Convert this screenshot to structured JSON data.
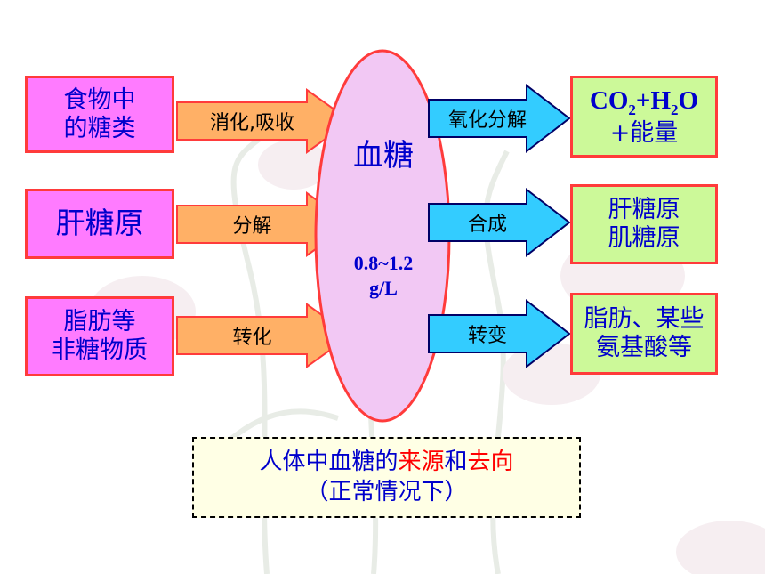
{
  "sources": [
    {
      "lines": [
        "食物中",
        "的糖类"
      ]
    },
    {
      "lines": [
        "肝糖原"
      ]
    },
    {
      "lines": [
        "脂肪等",
        "非糖物质"
      ]
    }
  ],
  "input_arrows": [
    "消化,吸收",
    "分解",
    "转化"
  ],
  "center": {
    "title": "血糖",
    "range_line1": "0.8~1.2",
    "range_line2": "g/L"
  },
  "output_arrows": [
    "氧化分解",
    "合成",
    "转变"
  ],
  "destinations": [
    {
      "formula": {
        "a": "CO",
        "a_sub": "2",
        "b": "+H",
        "b_sub": "2",
        "c": "O"
      },
      "line2": "+能量"
    },
    {
      "lines": [
        "肝糖原",
        "肌糖原"
      ]
    },
    {
      "lines": [
        "脂肪、某些",
        "氨基酸等"
      ]
    }
  ],
  "caption": {
    "part1": "人体中血糖的",
    "highlight1": "来源",
    "part2": "和",
    "highlight2": "去向",
    "line2": "（正常情况下）"
  },
  "colors": {
    "source_fill": "#ff7bff",
    "destination_fill": "#ccf999",
    "input_arrow_fill": "#ffb066",
    "output_arrow_fill": "#33ccff",
    "ellipse_fill": "#f2c8f4",
    "border_red": "#ff3b3b",
    "text_blue": "#0000cc",
    "highlight_red": "#ff0000"
  }
}
